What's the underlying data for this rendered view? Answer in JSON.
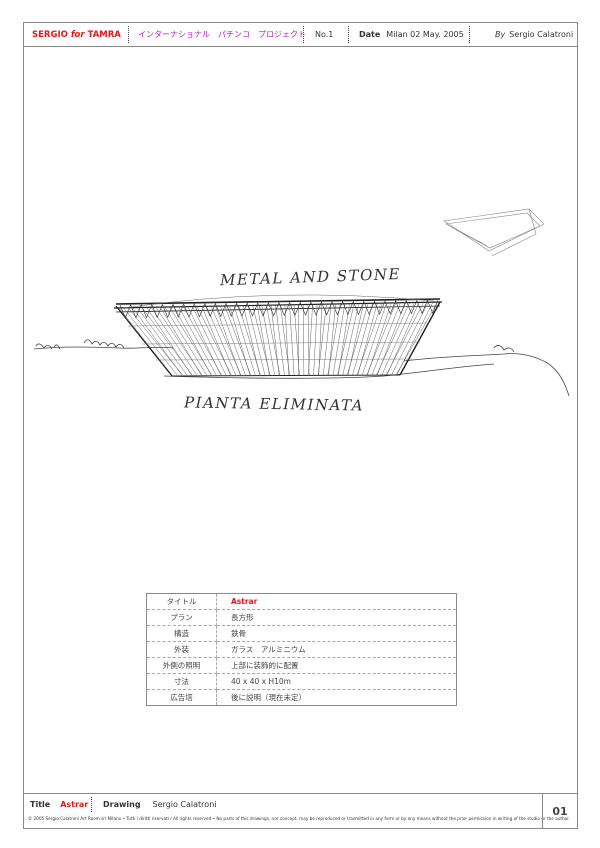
{
  "header": {
    "brand_main": "SERGIO",
    "brand_for": "for",
    "brand_client": "TAMRA",
    "project": "インターナショナル　パチンコ　プロジェクト",
    "number": "No.1",
    "date_label": "Date",
    "date_value": "Milan  02 May. 2005",
    "by_label": "By",
    "by_value": "Sergio Calatroni"
  },
  "sketch": {
    "annotation_top": "METAL AND STONE",
    "annotation_bottom": "PIANTA ELIMINATA"
  },
  "info_table": [
    {
      "label": "タイトル",
      "value": "Astrar"
    },
    {
      "label": "プラン",
      "value": "長方形"
    },
    {
      "label": "構造",
      "value": "鉄骨"
    },
    {
      "label": "外装",
      "value": "ガラス　アルミニウム"
    },
    {
      "label": "外側の照明",
      "value": "上部に装飾的に配置"
    },
    {
      "label": "寸法",
      "value": "40 x 40 x H10m"
    },
    {
      "label": "広告塔",
      "value": "後に説明（現在未定）"
    }
  ],
  "footer": {
    "title_label": "Title",
    "title_value": "Astrar",
    "drawing_label": "Drawing",
    "drawing_value": "Sergio Calatroni",
    "page_number": "01",
    "copyright": "© 2005  Sergio Calatroni Art Room srl Milano • Tutti i diritti riservati / All rights reserved • No parts of this drawings, nor concept, may be reproduced or trasmitted in any form or by any means without the prior permission in writing of the studio or the author."
  }
}
